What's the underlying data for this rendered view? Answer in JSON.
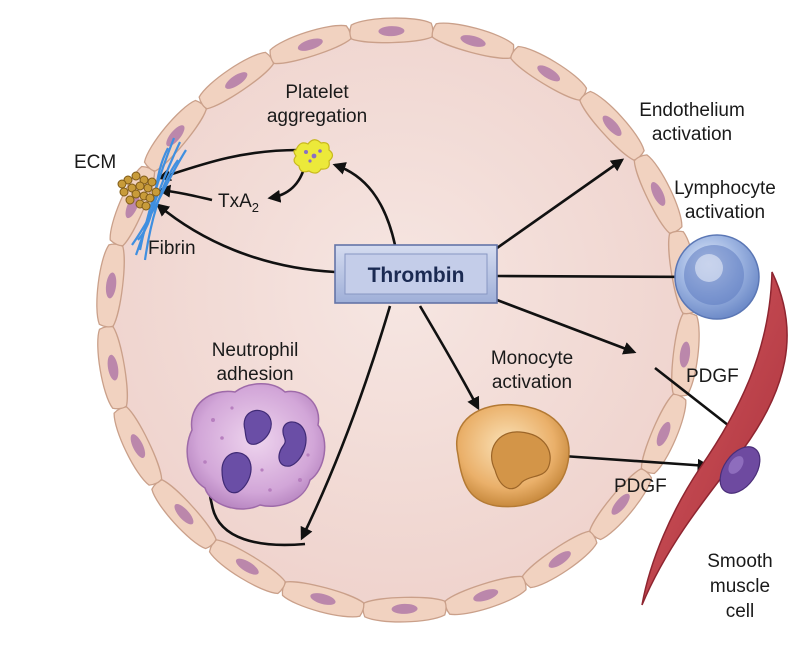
{
  "center": {
    "label": "Thrombin"
  },
  "labels": {
    "platelet": [
      "Platelet",
      "aggregation"
    ],
    "ecm": "ECM",
    "txa_main": "TxA",
    "txa_sub": "2",
    "fibrin": "Fibrin",
    "endothelium": [
      "Endothelium",
      "activation"
    ],
    "lymphocyte": [
      "Lymphocyte",
      "activation"
    ],
    "neutrophil": [
      "Neutrophil",
      "adhesion"
    ],
    "monocyte": [
      "Monocyte",
      "activation"
    ],
    "pdgf_upper": "PDGF",
    "pdgf_lower": "PDGF",
    "smooth_muscle": [
      "Smooth",
      "muscle",
      "cell"
    ]
  },
  "colors": {
    "vessel_fill": "#f3dcd7",
    "endothelial_cell": "#f1d2c0",
    "endothelial_nucleus": "#b57ea8",
    "thrombin_box": "#b8c4e3",
    "platelet": "#ecea3a",
    "fibrin": "#3f8fe0",
    "ecm": "#c89b3a",
    "lymphocyte": "#9db3e0",
    "neutrophil": "#cfa3d6",
    "monocyte": "#e8b46a",
    "smooth_muscle": "#c8454e"
  }
}
